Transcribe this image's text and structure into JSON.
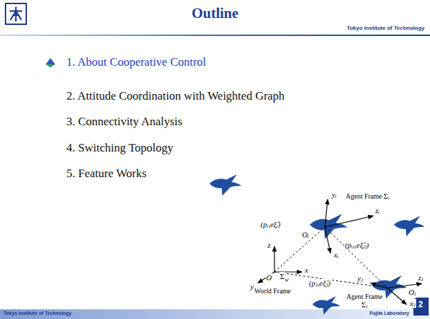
{
  "diagram": {
    "title": "Outline",
    "labels": [
      "1. About Cooperative Control",
      "2. Attitude Coordination with Weighted Graph",
      "3. Connectivity Analysis",
      "4. Switching Topology",
      "5. Feature Works",
      "Tokyo Institute of Technology",
      "Tokyo Institute of Technology",
      "Fujita Laboratory",
      "2",
      "yᵢ",
      "Agent Frame Σᵢ",
      "zᵢ",
      "(pᵢ,eξ̂ᵢ)",
      "Oᵢ",
      "xᵢ",
      "(pᵢⱼ,eξ̂ᵢⱼ)",
      "yⱼ",
      "zⱼ",
      "Oⱼ",
      "xⱼ",
      "z",
      "x",
      "y",
      "O",
      "Σ",
      "w",
      "World Frame",
      "(pⱼ,eξ̂ⱼ)",
      "Agent Frame",
      "Σⱼ"
    ]
  }
}
